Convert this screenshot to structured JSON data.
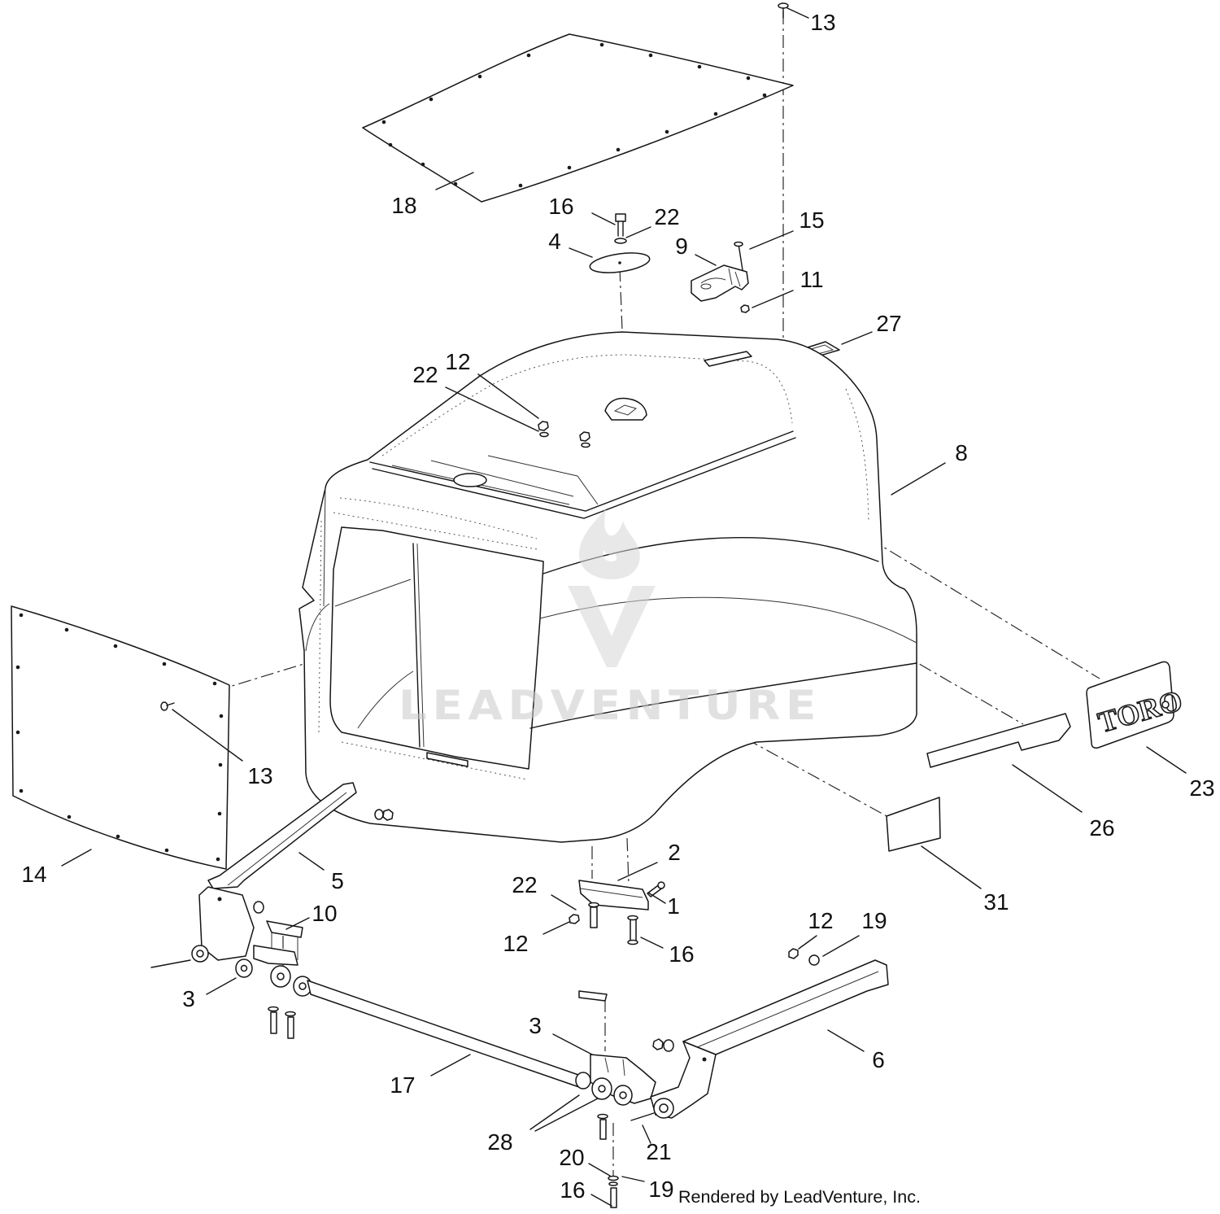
{
  "diagram": {
    "callouts": [
      "13",
      "18",
      "16",
      "22",
      "4",
      "15",
      "9",
      "11",
      "27",
      "12",
      "22",
      "8",
      "13",
      "14",
      "5",
      "10",
      "2",
      "22",
      "1",
      "12",
      "16",
      "12",
      "19",
      "3",
      "3",
      "6",
      "17",
      "28",
      "21",
      "20",
      "19",
      "16",
      "23",
      "26",
      "31"
    ],
    "logo_text": "TORO",
    "watermark": "LEADVENTURE",
    "credit": "Rendered by LeadVenture, Inc."
  }
}
